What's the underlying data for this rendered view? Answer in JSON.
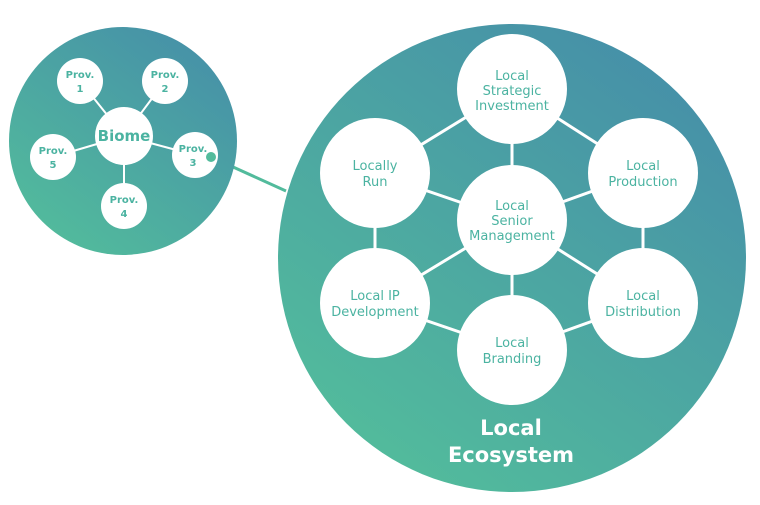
{
  "biome": {
    "center_label": "Biome",
    "provinces": [
      {
        "line1": "Prov.",
        "line2": "1"
      },
      {
        "line1": "Prov.",
        "line2": "2"
      },
      {
        "line1": "Prov.",
        "line2": "3"
      },
      {
        "line1": "Prov.",
        "line2": "4"
      },
      {
        "line1": "Prov.",
        "line2": "5"
      }
    ]
  },
  "ecosystem": {
    "title_line1": "Local",
    "title_line2": "Ecosystem",
    "center": [
      "Local",
      "Senior",
      "Management"
    ],
    "nodes": [
      {
        "lines": [
          "Local",
          "Strategic",
          "Investment"
        ]
      },
      {
        "lines": [
          "Local",
          "Production"
        ]
      },
      {
        "lines": [
          "Local",
          "Distribution"
        ]
      },
      {
        "lines": [
          "Local",
          "Branding"
        ]
      },
      {
        "lines": [
          "Local IP",
          "Development"
        ]
      },
      {
        "lines": [
          "Locally",
          "Run"
        ]
      }
    ]
  },
  "colors": {
    "gradient_top": "#4690a8",
    "gradient_bottom": "#52bb9c",
    "text_teal": "#4bb3a1",
    "connector": "#ffffff"
  }
}
